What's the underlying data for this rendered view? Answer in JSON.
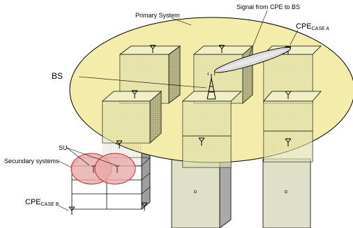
{
  "diagram": {
    "labels": {
      "primary_system": "Primary System",
      "signal": "Signal from CPE to BS",
      "cpe_a_main": "CPE",
      "cpe_a_sub": "CASE A",
      "bs": "BS",
      "su": "SU",
      "secondary_systems": "Secundary systems",
      "cpe_b_main": "CPE",
      "cpe_b_sub": "CASE B"
    },
    "colors": {
      "primary_area_fill": "#f3ecaa",
      "building_front": "#e6e6b0",
      "building_side": "#b9b98a",
      "building_top": "#f0f0c4",
      "secondary_fill": "#e9aaa9",
      "outline": "#000000"
    },
    "icons": [
      "antenna-icon",
      "tower-icon",
      "beam-ellipse",
      "building-block"
    ]
  }
}
